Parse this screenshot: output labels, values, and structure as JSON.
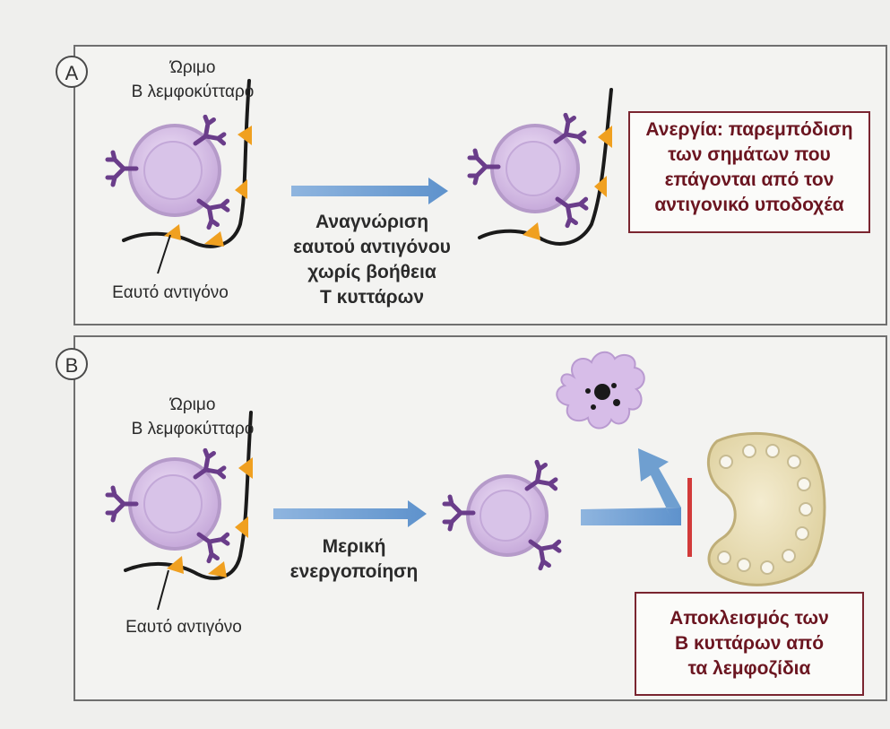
{
  "panel_a": {
    "badge": "A",
    "cell_label": [
      "Ώριμο",
      "Β λεμφοκύτταρο"
    ],
    "antigen_label": "Εαυτό αντιγόνο",
    "arrow_caption": [
      "Αναγνώριση",
      "εαυτού αντιγόνου",
      "χωρίς βοήθεια",
      "Τ κυττάρων"
    ],
    "result_box": [
      "Ανεργία: παρεμπόδιση",
      "των σημάτων που",
      "επάγονται από τον",
      "αντιγονικό υποδοχέα"
    ]
  },
  "panel_b": {
    "badge": "Β",
    "cell_label": [
      "Ώριμο",
      "Β λεμφοκύτταρο"
    ],
    "antigen_label": "Εαυτό αντιγόνο",
    "arrow_caption": [
      "Μερική",
      "ενεργοποίηση"
    ],
    "result_box": [
      "Αποκλεισμός των",
      "Β κυττάρων από",
      "τα λεμφοζίδια"
    ]
  },
  "colors": {
    "cell_fill": "#d9c6e6",
    "receptor": "#6a3d8a",
    "antigen": "#f0a020",
    "arrow": "#6f9fd0",
    "result_border": "#7a2530",
    "block_bar": "#d23a3a",
    "follicle": "#eadfb8"
  }
}
